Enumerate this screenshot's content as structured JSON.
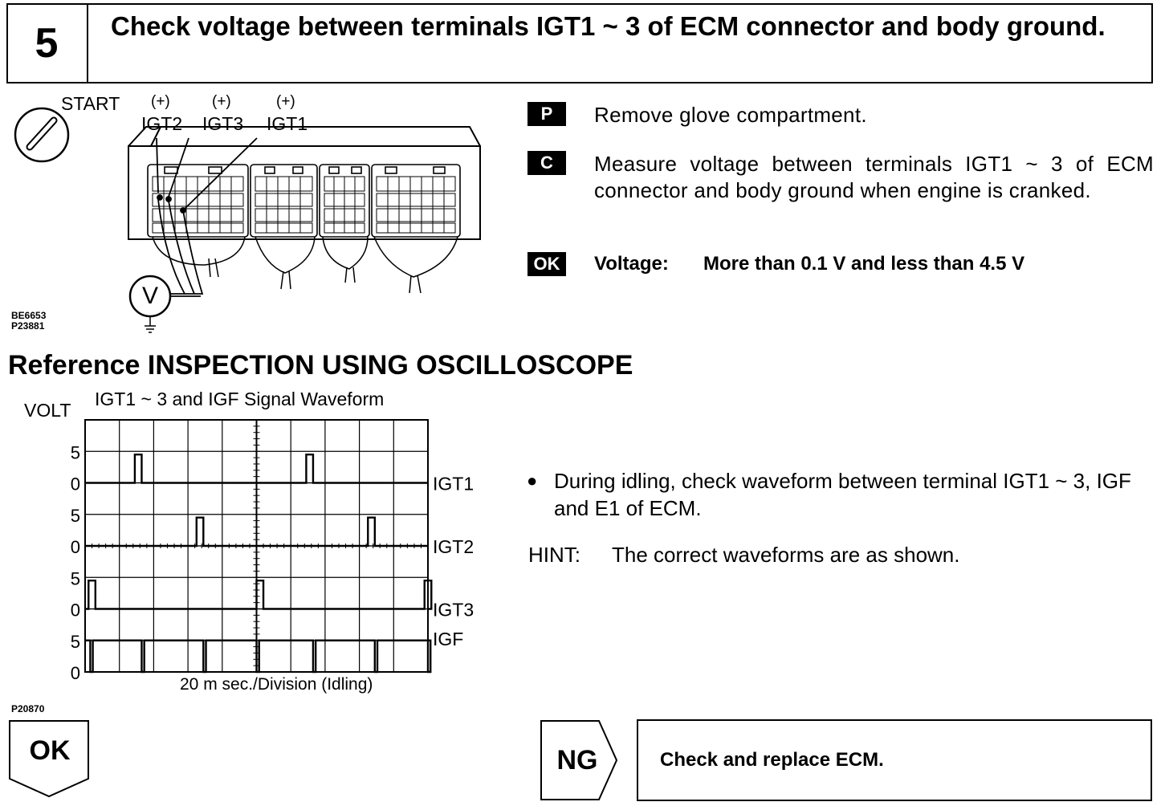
{
  "header": {
    "step_number": "5",
    "title": "Check voltage between terminals IGT1 ~ 3 of ECM connector and body ground."
  },
  "diagram1": {
    "start_label": "START",
    "terminals": [
      {
        "polarity": "(+)",
        "name": "IGT2"
      },
      {
        "polarity": "(+)",
        "name": "IGT3"
      },
      {
        "polarity": "(+)",
        "name": "IGT1"
      }
    ],
    "meter_symbol": "V",
    "codes": [
      "BE6653",
      "P23881"
    ]
  },
  "steps": [
    {
      "tag": "P",
      "text": "Remove glove compartment."
    },
    {
      "tag": "C",
      "text": "Measure voltage between terminals IGT1 ~ 3 of ECM connector and body ground when engine is cranked."
    }
  ],
  "ok_spec": {
    "tag": "OK",
    "label": "Voltage:",
    "value": "More than 0.1 V and less than 4.5 V"
  },
  "reference": {
    "title": "Reference INSPECTION USING OSCILLOSCOPE"
  },
  "scope": {
    "title": "IGT1 ~ 3 and IGF Signal Waveform",
    "y_unit": "VOLT",
    "x_caption": "20 m sec./Division (Idling)",
    "figure_code": "P20870"
  },
  "chart_data": {
    "type": "line",
    "title": "IGT1 ~ 3 and IGF Signal Waveform",
    "ylabel": "VOLT",
    "xlabel": "20 m sec./Division (Idling)",
    "x_divisions": 10,
    "y_divisions": 8,
    "grid": true,
    "series": [
      {
        "name": "IGT1",
        "y_ticks": [
          "5",
          "0"
        ],
        "high_v": 4.5,
        "pulses": [
          [
            2.9,
            3.3
          ],
          [
            12.9,
            13.3
          ]
        ]
      },
      {
        "name": "IGT2",
        "y_ticks": [
          "5",
          "0"
        ],
        "high_v": 4.5,
        "pulses": [
          [
            6.5,
            6.9
          ],
          [
            16.5,
            16.9
          ]
        ]
      },
      {
        "name": "IGT3",
        "y_ticks": [
          "5",
          "0"
        ],
        "high_v": 4.5,
        "pulses": [
          [
            0.2,
            0.6
          ],
          [
            10.0,
            10.4
          ],
          [
            19.8,
            20.2
          ]
        ]
      },
      {
        "name": "IGF",
        "y_ticks": [
          "5",
          "0"
        ],
        "high_v": 5,
        "low_pulses": [
          [
            0.3,
            0.45
          ],
          [
            3.3,
            3.45
          ],
          [
            6.9,
            7.05
          ],
          [
            10.0,
            10.15
          ],
          [
            13.3,
            13.45
          ],
          [
            16.9,
            17.05
          ],
          [
            20.0,
            20.15
          ]
        ]
      }
    ]
  },
  "idle_check": {
    "bullet": "During idling, check waveform between terminal IGT1 ~ 3, IGF and E1 of ECM.",
    "hint_label": "HINT:",
    "hint_text": "The correct waveforms are as shown."
  },
  "nav": {
    "ok_label": "OK",
    "ng_label": "NG",
    "ng_action": "Check and replace ECM."
  }
}
